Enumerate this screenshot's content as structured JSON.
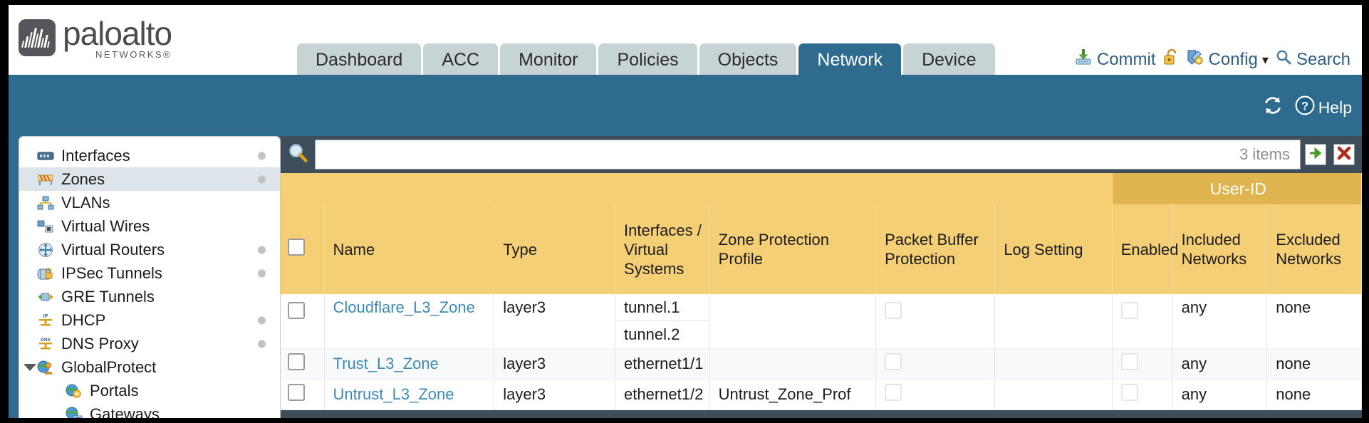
{
  "brand": {
    "name": "paloalto",
    "tagline": "NETWORKS",
    "registered": "®"
  },
  "nav": {
    "tabs": [
      {
        "label": "Dashboard",
        "active": false
      },
      {
        "label": "ACC",
        "active": false
      },
      {
        "label": "Monitor",
        "active": false
      },
      {
        "label": "Policies",
        "active": false
      },
      {
        "label": "Objects",
        "active": false
      },
      {
        "label": "Network",
        "active": true
      },
      {
        "label": "Device",
        "active": false
      }
    ]
  },
  "toolbar": {
    "commit_label": "Commit",
    "commit_icon": "commit-download-icon",
    "lock_icon": "unlock-icon",
    "config_label": "Config",
    "config_icon": "config-wrench-icon",
    "config_caret": "▾",
    "search_label": "Search",
    "search_icon": "magnifier-icon"
  },
  "band": {
    "refresh_icon": "refresh-icon",
    "help_label": "Help",
    "help_icon": "help-question-icon"
  },
  "sidebar": {
    "items": [
      {
        "label": "Interfaces",
        "icon": "interfaces-icon",
        "dot": true,
        "selected": false,
        "child": false,
        "caret": false
      },
      {
        "label": "Zones",
        "icon": "zones-icon",
        "dot": true,
        "selected": true,
        "child": false,
        "caret": false
      },
      {
        "label": "VLANs",
        "icon": "vlans-icon",
        "dot": false,
        "selected": false,
        "child": false,
        "caret": false
      },
      {
        "label": "Virtual Wires",
        "icon": "virtual-wires-icon",
        "dot": false,
        "selected": false,
        "child": false,
        "caret": false
      },
      {
        "label": "Virtual Routers",
        "icon": "virtual-routers-icon",
        "dot": true,
        "selected": false,
        "child": false,
        "caret": false
      },
      {
        "label": "IPSec Tunnels",
        "icon": "ipsec-tunnels-icon",
        "dot": true,
        "selected": false,
        "child": false,
        "caret": false
      },
      {
        "label": "GRE Tunnels",
        "icon": "gre-tunnels-icon",
        "dot": false,
        "selected": false,
        "child": false,
        "caret": false
      },
      {
        "label": "DHCP",
        "icon": "dhcp-icon",
        "dot": true,
        "selected": false,
        "child": false,
        "caret": false
      },
      {
        "label": "DNS Proxy",
        "icon": "dns-proxy-icon",
        "dot": true,
        "selected": false,
        "child": false,
        "caret": false
      },
      {
        "label": "GlobalProtect",
        "icon": "globalprotect-icon",
        "dot": false,
        "selected": false,
        "child": false,
        "caret": true
      },
      {
        "label": "Portals",
        "icon": "portals-icon",
        "dot": false,
        "selected": false,
        "child": true,
        "caret": false
      },
      {
        "label": "Gateways",
        "icon": "gateways-icon",
        "dot": false,
        "selected": false,
        "child": true,
        "caret": false
      }
    ]
  },
  "search": {
    "icon": "magnifier-icon",
    "value": "",
    "placeholder": "",
    "item_count": "3 items",
    "apply_icon": "green-arrow-icon",
    "clear_icon": "red-x-icon"
  },
  "table": {
    "group_header": {
      "userid": "User-ID"
    },
    "columns": [
      "Name",
      "Type",
      "Interfaces / Virtual Systems",
      "Zone Protection Profile",
      "Packet Buffer Protection",
      "Log Setting",
      "Enabled",
      "Included Networks",
      "Excluded Networks"
    ],
    "rows": [
      {
        "name": "Cloudflare_L3_Zone",
        "type": "layer3",
        "interfaces": [
          "tunnel.1",
          "tunnel.2"
        ],
        "zone_protection_profile": "",
        "packet_buffer_protection": false,
        "log_setting": "",
        "userid_enabled": false,
        "included_networks": "any",
        "excluded_networks": "none"
      },
      {
        "name": "Trust_L3_Zone",
        "type": "layer3",
        "interfaces": [
          "ethernet1/1"
        ],
        "zone_protection_profile": "",
        "packet_buffer_protection": false,
        "log_setting": "",
        "userid_enabled": false,
        "included_networks": "any",
        "excluded_networks": "none"
      },
      {
        "name": "Untrust_L3_Zone",
        "type": "layer3",
        "interfaces": [
          "ethernet1/2"
        ],
        "zone_protection_profile": "Untrust_Zone_Prof",
        "packet_buffer_protection": false,
        "log_setting": "",
        "userid_enabled": false,
        "included_networks": "any",
        "excluded_networks": "none"
      }
    ]
  },
  "colors": {
    "brand_blue": "#2f6b8f",
    "header_amber": "#f5cf76",
    "group_amber": "#e0b44e",
    "panel_slate": "#3d4d59",
    "link_blue": "#3c8ab5"
  }
}
